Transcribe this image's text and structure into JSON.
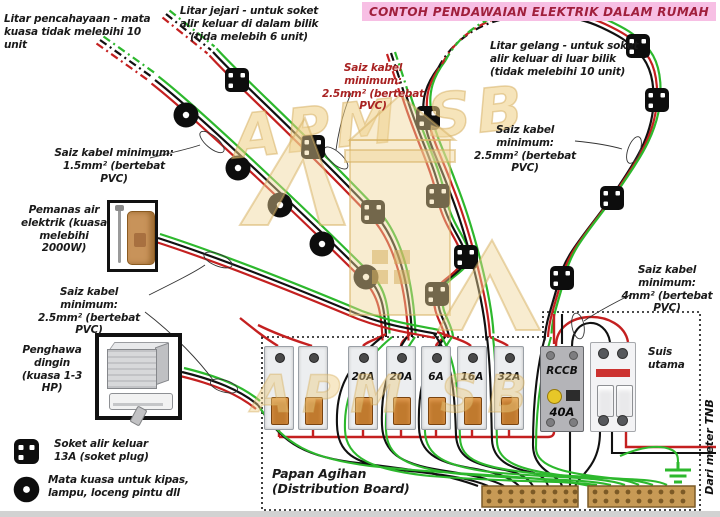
{
  "title": "CONTOH PENDAWAIAN ELEKTRIK DALAM RUMAH",
  "circuit_labels": {
    "lighting": "Litar pencahayaan - mata\nkuasa tidak melebihi 10 unit",
    "radial": "Litar jejari - untuk soket\nalir keluar di dalam bilik\n(tida melebih 6 unit)",
    "ring": "Litar gelang - untuk soket\nalir keluar di luar bilik\n(tidak melebihi 10 unit)"
  },
  "cable_labels": {
    "radial_socket": "Saiz kabel minimum:\n2.5mm² (bertebat PVC)",
    "ring_socket": "Saiz kabel minimum:\n2.5mm² (bertebat PVC)",
    "lighting": "Saiz kabel minimum:\n1.5mm² (bertebat PVC)",
    "heater": "Saiz kabel minimum:\n2.5mm² (bertebat PVC)",
    "main": "Saiz kabel minimum:\n4mm² (bertebat PVC)"
  },
  "appliances": {
    "water_heater": "Pemanas air\nelektrik (kuasa\nmelebihi\n2000W)",
    "air_conditioner": "Penghawa\ndingin\n(kuasa 1-3\nHP)"
  },
  "board": {
    "name": "Papan Agihan\n(Distribution Board)",
    "main_switch": "Suis\nutama",
    "rccb": "RCCB",
    "rccb_rating": "40A",
    "breakers": [
      "",
      "",
      "20A",
      "20A",
      "6A",
      "16A",
      "32A"
    ],
    "supply": "Dari meter TNB"
  },
  "legend": [
    {
      "icon": "socket-outlet-symbol",
      "text": "Soket alir keluar\n13A (soket plug)"
    },
    {
      "icon": "power-point-symbol",
      "text": "Mata kuasa untuk kipas,\nlampu, loceng pintu dll"
    }
  ],
  "watermark": "APM SB",
  "colors": {
    "live_wire": "#c42020",
    "neutral_wire": "#111111",
    "earth_wire": "#2db82d",
    "title_bg": "#f7bfe4",
    "title_text": "#a01f3c",
    "highlight_text": "#a82222",
    "watermark": "#eccd8e",
    "breaker_lever": "#c07a2e",
    "terminal_strip": "#c79a55"
  }
}
